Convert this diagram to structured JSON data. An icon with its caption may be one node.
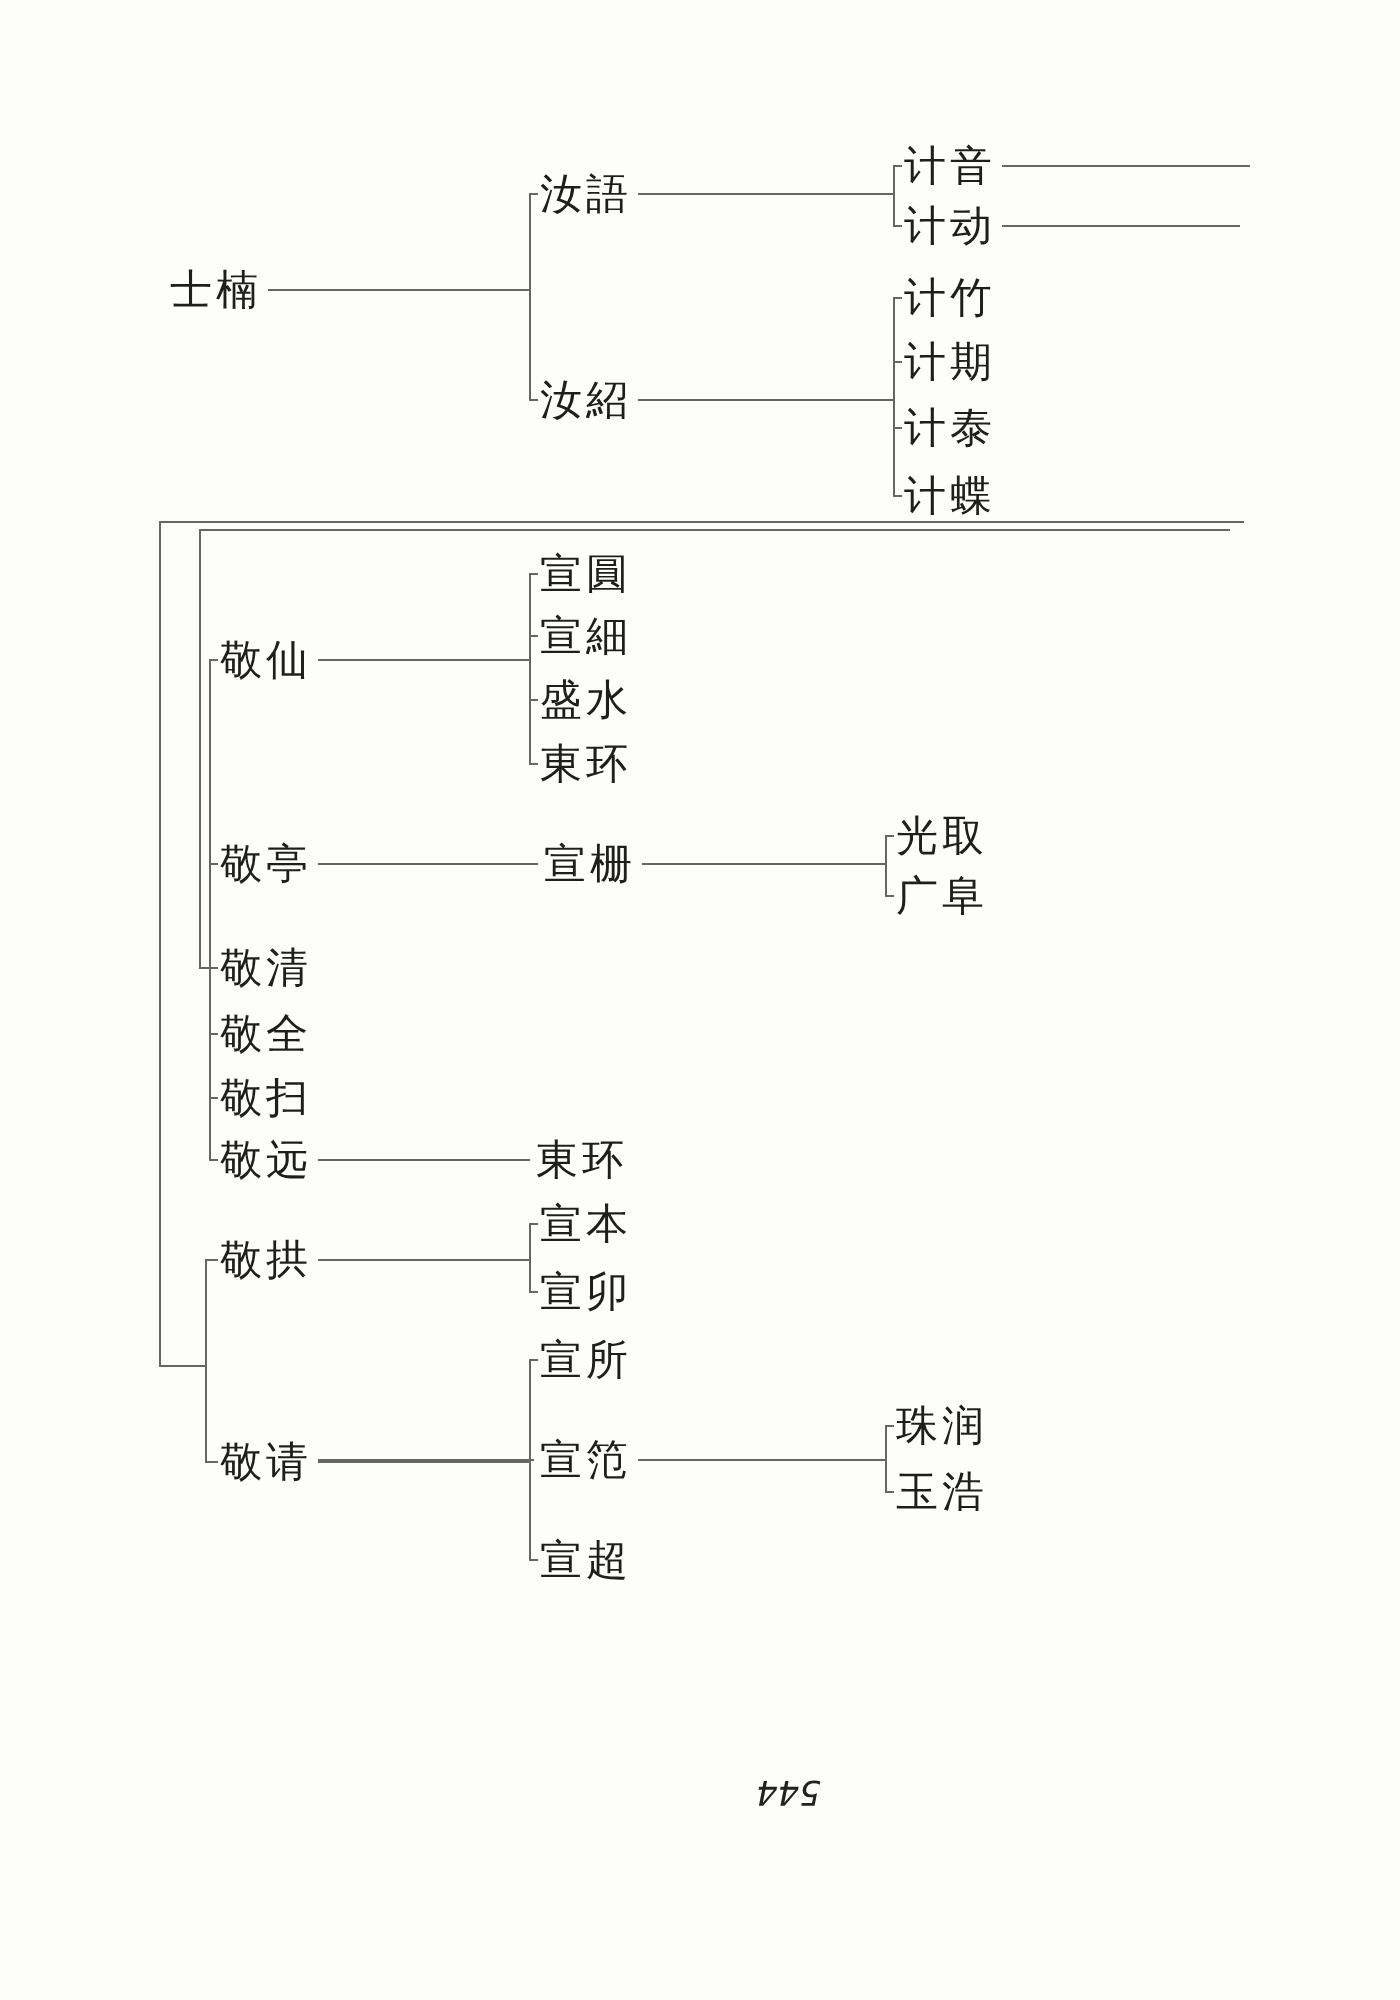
{
  "diagram": {
    "nodes": [
      {
        "text": [
          "士楠"
        ]
      },
      {
        "text": [
          "汝語"
        ]
      },
      {
        "text": [
          "汝紹"
        ]
      },
      {
        "text": [
          "计音"
        ]
      },
      {
        "text": [
          "计动"
        ]
      },
      {
        "text": [
          "计竹"
        ]
      },
      {
        "text": [
          "计期"
        ]
      },
      {
        "text": [
          "计泰"
        ]
      },
      {
        "text": [
          "计蝶"
        ]
      },
      {
        "text": [
          "敬仙"
        ]
      },
      {
        "text": [
          "宣圓"
        ]
      },
      {
        "text": [
          "宣細"
        ]
      },
      {
        "text": [
          "盛水"
        ]
      },
      {
        "text": [
          "東环"
        ]
      },
      {
        "text": [
          "敬亭"
        ]
      },
      {
        "text": [
          "宣栅"
        ]
      },
      {
        "text": [
          "光取"
        ]
      },
      {
        "text": [
          "广阜"
        ]
      },
      {
        "text": [
          "敬清"
        ]
      },
      {
        "text": [
          "敬全"
        ]
      },
      {
        "text": [
          "敬扫"
        ]
      },
      {
        "text": [
          "敬远"
        ]
      },
      {
        "text": [
          "東环"
        ]
      },
      {
        "text": [
          "敬拱"
        ]
      },
      {
        "text": [
          "宣本"
        ]
      },
      {
        "text": [
          "宣卯"
        ]
      },
      {
        "text": [
          "敬请"
        ]
      },
      {
        "text": [
          "宣所"
        ]
      },
      {
        "text": [
          "宣笵"
        ]
      },
      {
        "text": [
          "珠润"
        ]
      },
      {
        "text": [
          "玉浩"
        ]
      },
      {
        "text": [
          "宣超"
        ]
      }
    ],
    "edges": [
      {
        "from": 0,
        "to": 1,
        "arrow": "none"
      },
      {
        "from": 0,
        "to": 2,
        "arrow": "none"
      },
      {
        "from": 1,
        "to": 3,
        "arrow": "none"
      },
      {
        "from": 1,
        "to": 4,
        "arrow": "none"
      },
      {
        "from": 2,
        "to": 5,
        "arrow": "none"
      },
      {
        "from": 2,
        "to": 6,
        "arrow": "none"
      },
      {
        "from": 2,
        "to": 7,
        "arrow": "none"
      },
      {
        "from": 2,
        "to": 8,
        "arrow": "none"
      },
      {
        "from": 3,
        "to": null,
        "arrow": "none"
      },
      {
        "from": 4,
        "to": null,
        "arrow": "none"
      },
      {
        "from": null,
        "to": 9,
        "arrow": "none"
      },
      {
        "from": null,
        "to": 14,
        "arrow": "none"
      },
      {
        "from": null,
        "to": 18,
        "arrow": "none"
      },
      {
        "from": null,
        "to": 19,
        "arrow": "none"
      },
      {
        "from": null,
        "to": 20,
        "arrow": "none"
      },
      {
        "from": null,
        "to": 21,
        "arrow": "none"
      },
      {
        "from": null,
        "to": 23,
        "arrow": "none"
      },
      {
        "from": null,
        "to": 26,
        "arrow": "none"
      },
      {
        "from": 9,
        "to": 10,
        "arrow": "none"
      },
      {
        "from": 9,
        "to": 11,
        "arrow": "none"
      },
      {
        "from": 9,
        "to": 12,
        "arrow": "none"
      },
      {
        "from": 9,
        "to": 13,
        "arrow": "none"
      },
      {
        "from": 14,
        "to": 15,
        "arrow": "none"
      },
      {
        "from": 15,
        "to": 16,
        "arrow": "none"
      },
      {
        "from": 15,
        "to": 17,
        "arrow": "none"
      },
      {
        "from": 21,
        "to": 22,
        "arrow": "none"
      },
      {
        "from": 23,
        "to": 24,
        "arrow": "none"
      },
      {
        "from": 23,
        "to": 25,
        "arrow": "none"
      },
      {
        "from": 26,
        "to": 27,
        "arrow": "none"
      },
      {
        "from": 26,
        "to": 28,
        "arrow": "none"
      },
      {
        "from": 26,
        "to": 31,
        "arrow": "none"
      },
      {
        "from": 28,
        "to": 29,
        "arrow": "none"
      },
      {
        "from": 28,
        "to": 30,
        "arrow": "none"
      }
    ],
    "labels": [
      "544"
    ]
  }
}
